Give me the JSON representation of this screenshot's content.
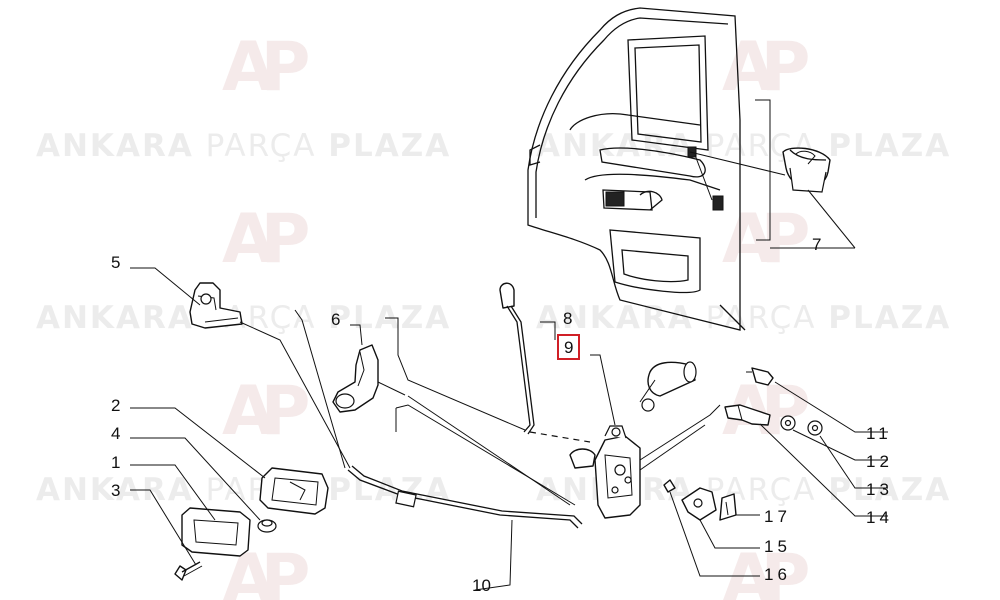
{
  "watermark": {
    "word_bold": "ANKARA",
    "word_light": "PARÇA",
    "word_bold2": "PLAZA",
    "logo": "AP"
  },
  "callouts": {
    "c1": "1",
    "c2": "2",
    "c3": "3",
    "c4": "4",
    "c5": "5",
    "c6": "6",
    "c7": "7",
    "c8": "8",
    "c9": "9",
    "c10": "10",
    "c11": "11",
    "c12": "12",
    "c13": "13",
    "c14": "14",
    "c15": "15",
    "c16": "16",
    "c17": "17"
  },
  "highlight": {
    "selected_callout": "9",
    "color": "#d01f26"
  }
}
